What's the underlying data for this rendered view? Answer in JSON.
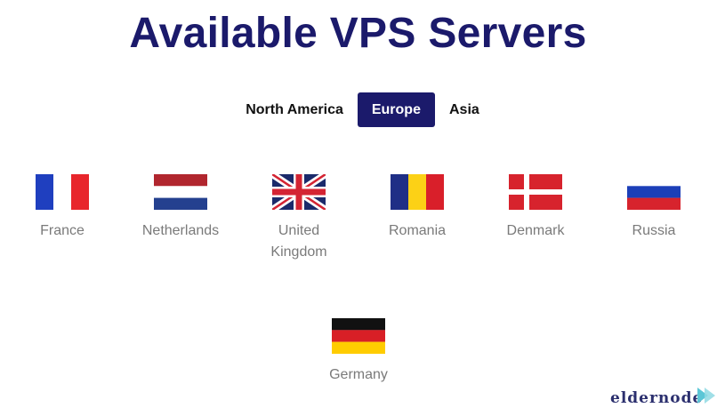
{
  "header": {
    "title": "Available VPS Servers"
  },
  "tabs": [
    {
      "label": "North America",
      "active": false
    },
    {
      "label": "Europe",
      "active": true
    },
    {
      "label": "Asia",
      "active": false
    }
  ],
  "countries": [
    {
      "name": "France",
      "flag": "france-flag-icon"
    },
    {
      "name": "Netherlands",
      "flag": "netherlands-flag-icon"
    },
    {
      "name_line1": "United",
      "name_line2": "Kingdom",
      "flag": "uk-flag-icon"
    },
    {
      "name": "Romania",
      "flag": "romania-flag-icon"
    },
    {
      "name": "Denmark",
      "flag": "denmark-flag-icon"
    },
    {
      "name": "Russia",
      "flag": "russia-flag-icon"
    },
    {
      "name": "Germany",
      "flag": "germany-flag-icon"
    }
  ],
  "brand": {
    "logo_text": "eldernode",
    "logo_icon": "play-arrow-logo-icon"
  },
  "colors": {
    "accent": "#1b1a6b",
    "country_text": "#7a7a7a"
  }
}
